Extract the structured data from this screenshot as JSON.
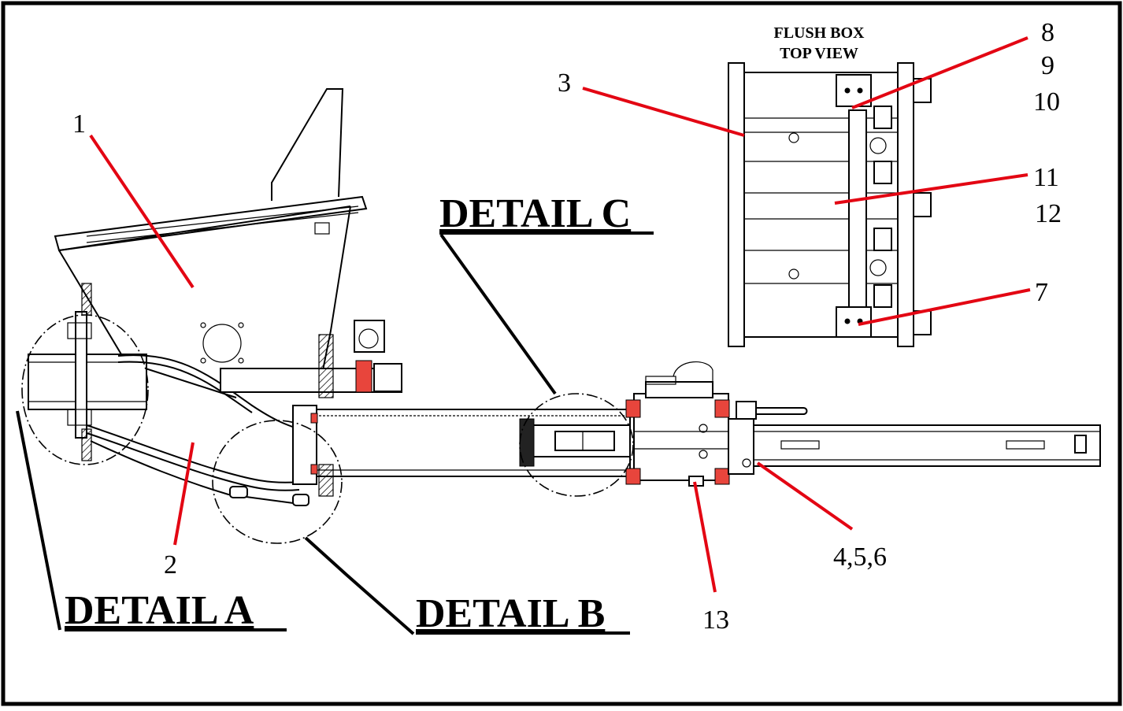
{
  "callouts": {
    "c1": "1",
    "c2": "2",
    "c3": "3",
    "c7": "7",
    "c8": "8",
    "c9": "9",
    "c10": "10",
    "c11": "11",
    "c12": "12",
    "c13": "13",
    "c456": "4,5,6"
  },
  "details": {
    "a": "DETAIL  A",
    "b": "DETAIL B",
    "c": "DETAIL C"
  },
  "flush_box": {
    "line1": "FLUSH BOX",
    "line2": "TOP VIEW"
  },
  "colors": {
    "leader": "#e30613",
    "accent_fill": "#e8453c",
    "outline": "#000000"
  }
}
